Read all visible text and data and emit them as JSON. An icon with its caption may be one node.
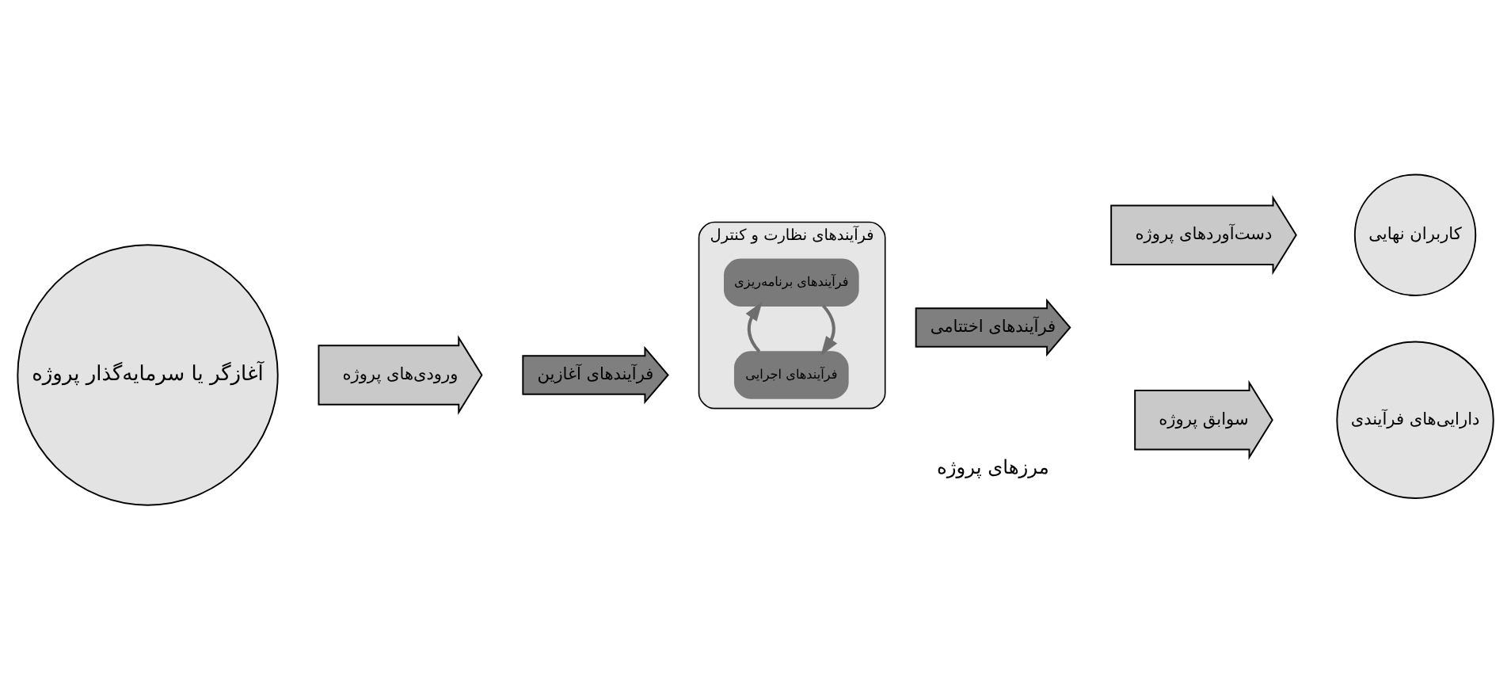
{
  "diagram": {
    "nodes": [
      {
        "text": [
          "آغازگر یا سرمایه‌گذار پروژه"
        ]
      },
      {
        "text": [
          "ورودی‌های پروژه"
        ]
      },
      {
        "text": [
          "فرآیندهای آغازین"
        ]
      },
      {
        "text": [
          "فرآیندهای نظارت و کنترل"
        ]
      },
      {
        "text": [
          "فرآیندهای برنامه‌ریزی"
        ],
        "in": 3
      },
      {
        "text": [
          "فرآیندهای اجرایی"
        ],
        "in": 3
      },
      {
        "text": [
          "فرآیندهای اختتامی"
        ]
      },
      {
        "text": [
          "دست‌آوردهای پروژه"
        ]
      },
      {
        "text": [
          "سوابق پروژه"
        ]
      },
      {
        "text": [
          "کاربران نهایی"
        ]
      },
      {
        "text": [
          "دارایی‌های فرآیندی"
        ]
      }
    ],
    "edges": [
      {
        "from": 4,
        "to": 5,
        "arrow": "to"
      },
      {
        "from": 5,
        "to": 4,
        "arrow": "to"
      }
    ],
    "labels": [
      "مرزهای پروژه"
    ]
  }
}
